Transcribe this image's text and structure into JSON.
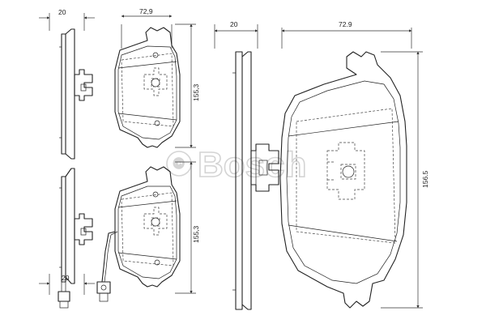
{
  "brand": {
    "watermark": "Bosch",
    "symbol": "©"
  },
  "dimensions": {
    "small_thickness_top": "20",
    "small_width_top": "72,9",
    "small_height_top": "155,3",
    "small_thickness_bottom": "20",
    "small_height_bottom": "155,3",
    "large_thickness": "20",
    "large_width": "72.9",
    "large_height": "156.5"
  }
}
